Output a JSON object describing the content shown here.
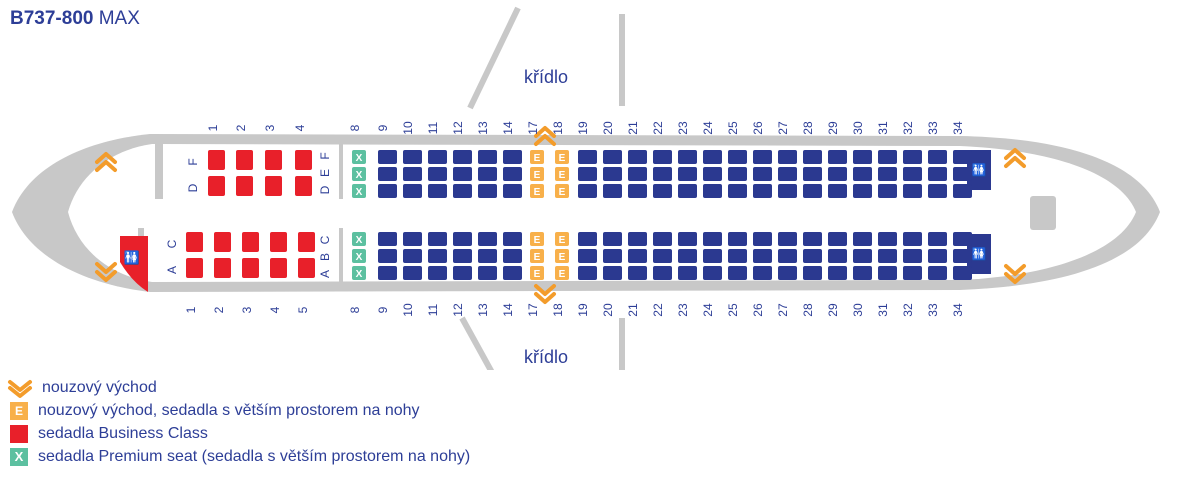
{
  "header": {
    "model_bold": "B737-800",
    "model_suffix": "MAX"
  },
  "wing_label": "křídlo",
  "rows": {
    "business_top": [
      "1",
      "2",
      "3",
      "4"
    ],
    "business_bottom": [
      "1",
      "2",
      "3",
      "4",
      "5"
    ],
    "economy": [
      "8",
      "9",
      "10",
      "11",
      "12",
      "13",
      "14",
      "17",
      "18",
      "19",
      "20",
      "21",
      "22",
      "23",
      "24",
      "25",
      "26",
      "27",
      "28",
      "29",
      "30",
      "31",
      "32",
      "33",
      "34"
    ]
  },
  "seat_letters": {
    "business_top": [
      "D",
      "F"
    ],
    "business_bottom": [
      "A",
      "C"
    ],
    "economy_top": [
      "D",
      "E",
      "F"
    ],
    "economy_bottom": [
      "A",
      "B",
      "C"
    ]
  },
  "seat_markers": {
    "emergency_letter": "E",
    "premium_letter": "X"
  },
  "colors": {
    "business": "#e8202a",
    "economy": "#2b3990",
    "emergency_seat": "#f8b04a",
    "premium": "#5cc0a0",
    "fuselage": "#c8c8c8",
    "text": "#2d3e97"
  },
  "legend": [
    {
      "icon": "emergency-exit-icon",
      "label": "nouzový východ"
    },
    {
      "icon": "E",
      "label": "nouzový východ, sedadla s větším prostorem na nohy"
    },
    {
      "icon": "business-seat-swatch",
      "label": "sedadla Business Class"
    },
    {
      "icon": "X",
      "label": "sedadla Premium seat (sedadla s větším prostorem na nohy)"
    }
  ]
}
